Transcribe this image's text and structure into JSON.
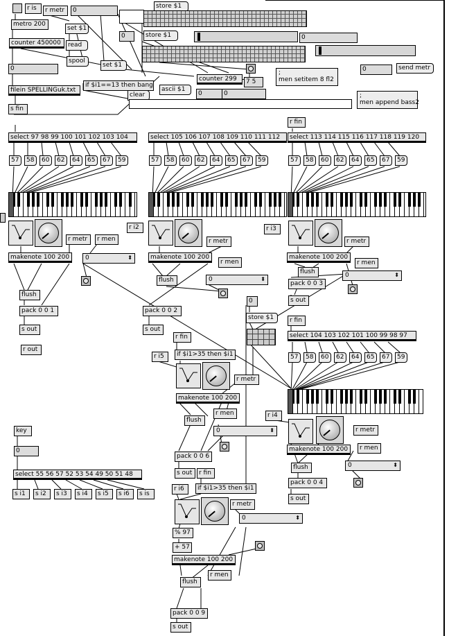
{
  "top": {
    "r_is": "r is",
    "r_metr": "r metr",
    "num_0": "0",
    "metro": "metro 200",
    "counter": "counter 450000",
    "set1": "set $1",
    "read": "read",
    "spool": "spool",
    "set1b": "set $1",
    "num_left": "0",
    "filein": "filein SPELLINGuk.txt",
    "s_fin": "s fin",
    "store1a": "store $1",
    "store1b": "store $1",
    "num_small": "0",
    "num_right1": "0",
    "num_right2": "0",
    "send_metr": "send metr",
    "counter299": "counter 299",
    "n75": "7 5",
    "n0a": "0",
    "n0b": "0",
    "ifthen": "if $i1==13 then bang",
    "clear": "clear",
    "ascii": "ascii $1",
    "msg1": ";\nmen setitem 8 fl2",
    "msg2": ";\nmen append bass2"
  },
  "sections": {
    "r_fin_1": "r fin",
    "select1": "select 97 98 99 100 101 102 103 104",
    "select2": "select 105 106 107 108 109 110 111 112",
    "select3": "select 113 114 115 116 117 118 119 120",
    "notes": [
      "57",
      "58",
      "60",
      "62",
      "64",
      "65",
      "67",
      "59"
    ]
  },
  "voices": [
    {
      "makenote": "makenote 100 200",
      "r_metr": "r metr",
      "r_men": "r men",
      "menu": "0",
      "flush": "flush",
      "pack": "pack 0 0 1",
      "s_out": "s out"
    },
    {
      "r_i": "r i2",
      "makenote": "makenote 100 200",
      "r_metr": "r metr",
      "r_men": "r men",
      "menu": "0",
      "flush": "flush",
      "pack": "pack 0 0 2",
      "s_out": "s out"
    },
    {
      "r_i": "r i3",
      "makenote": "makenote 100 200",
      "r_metr": "r metr",
      "r_men": "r men",
      "menu": "0",
      "flush": "flush",
      "pack": "pack 0 0 3",
      "s_out": "s out"
    }
  ],
  "middle": {
    "r_out": "r out",
    "num0": "0",
    "store": "store $1",
    "r_fin": "r fin",
    "select4": "select 104 103 102 101 100 99 98 97",
    "r_fin_b": "r fin",
    "r_i5": "r i5",
    "if35": "if $i1>35 then $i1",
    "r_metr": "r metr",
    "makenote": "makenote 100 200",
    "flush": "flush",
    "r_men": "r men",
    "menu": "0",
    "pack006": "pack 0 0 6",
    "s_out": "s out",
    "r_i4": "r i4",
    "r_metr2": "r metr",
    "r_men2": "r men",
    "makenote4": "makenote 100 200",
    "menu4": "0",
    "flush4": "flush",
    "pack004": "pack 0 0 4",
    "s_out4": "s out"
  },
  "keys": {
    "key": "key",
    "num": "0",
    "select": "select 55 56 57 52 53 54 49 50 51 48",
    "outs": [
      "s i1",
      "s i2",
      "s i3",
      "s i4",
      "s i5",
      "s i6",
      "s is"
    ]
  },
  "bottom": {
    "r_fin": "r fin",
    "r_i6": "r i6",
    "if35": "if $i1>35 then $i1",
    "r_metr": "r metr",
    "menu": "0",
    "mod97": "% 97",
    "plus57": "+ 57",
    "makenote": "makenote 100 200",
    "r_men": "r men",
    "flush": "flush",
    "pack009": "pack 0 0 9",
    "s_out": "s out"
  }
}
